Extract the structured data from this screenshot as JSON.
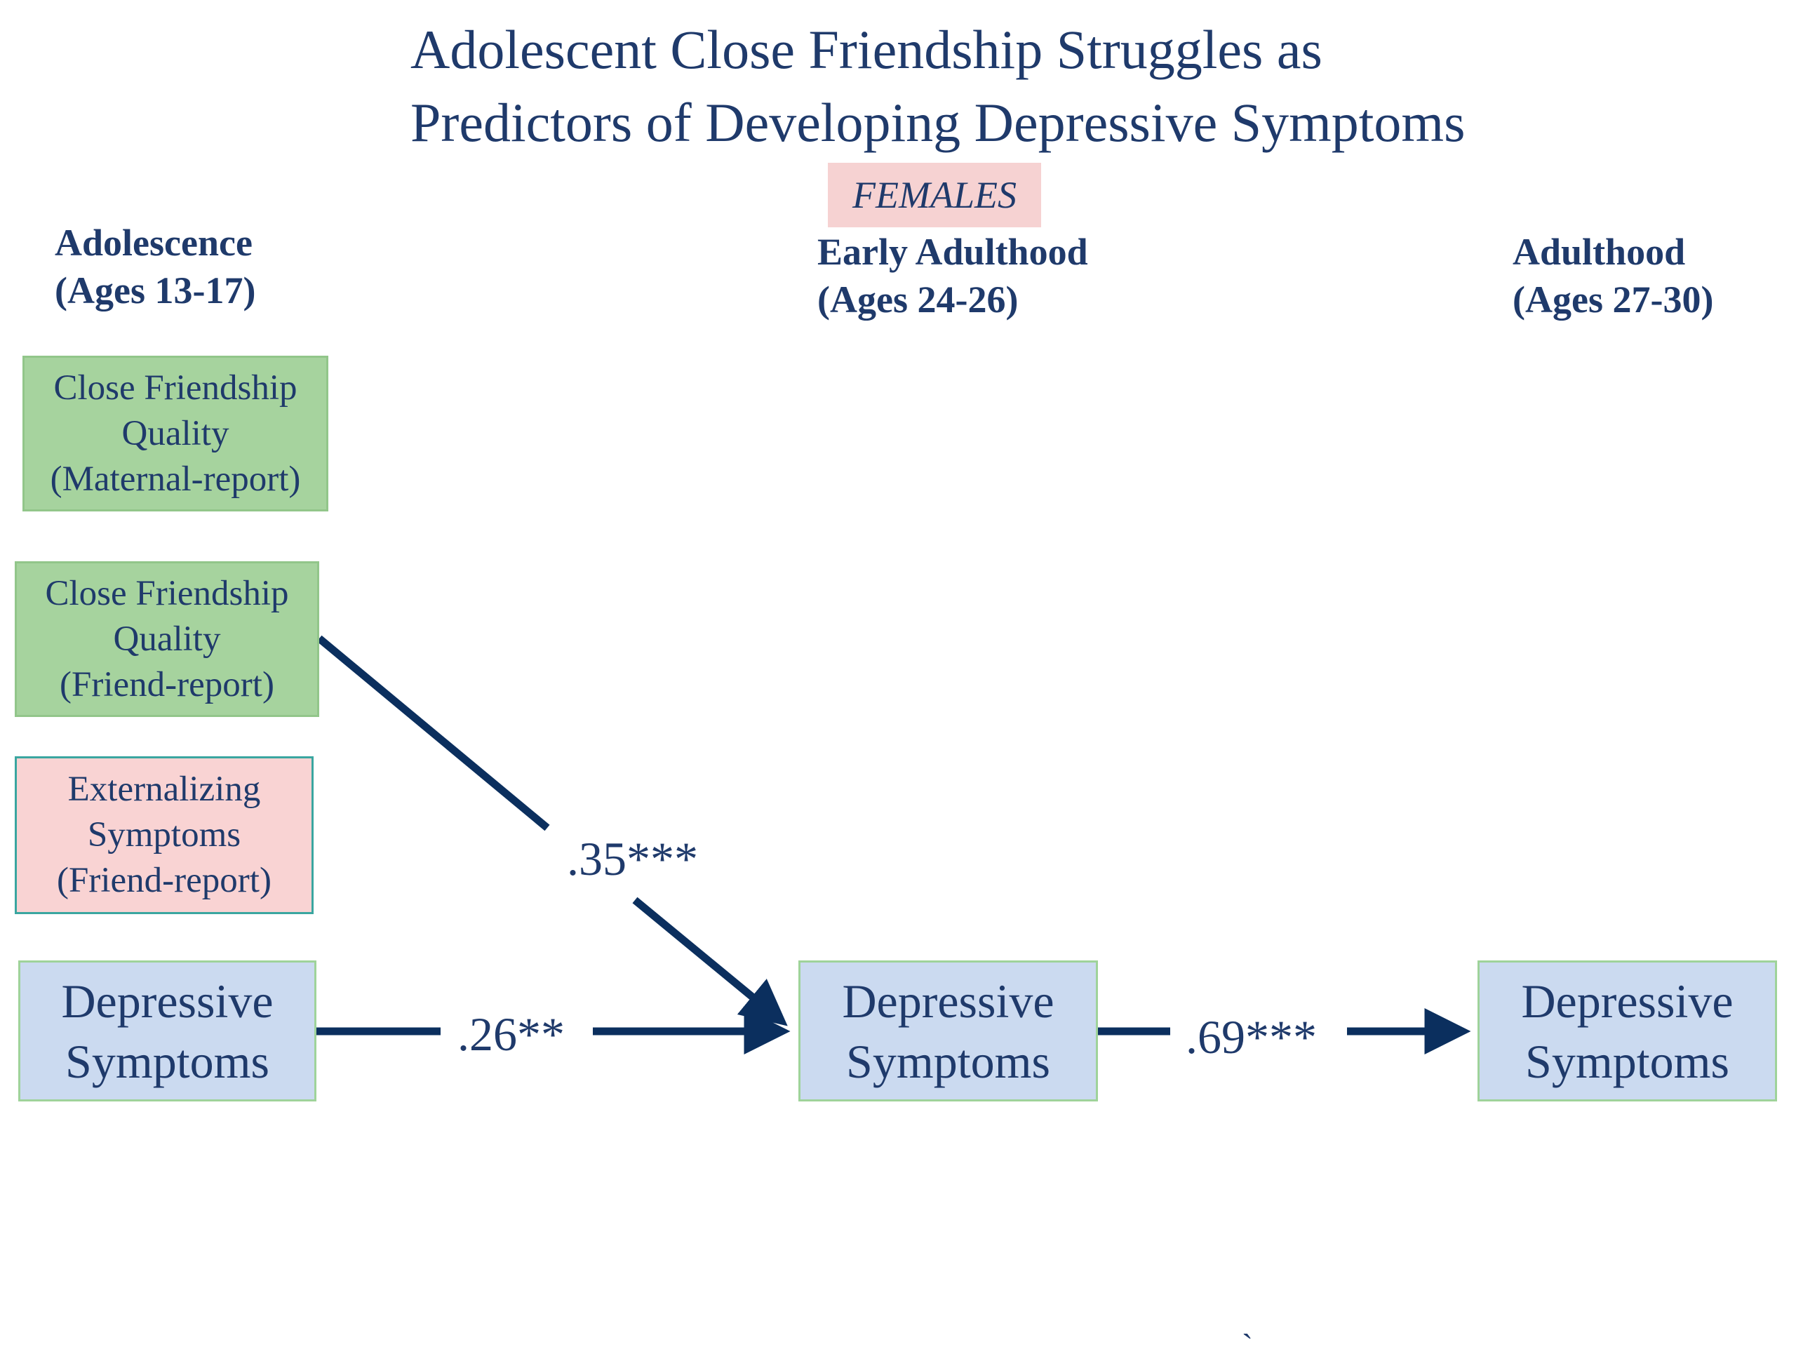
{
  "title": {
    "line1": "Adolescent Close Friendship Struggles as",
    "line2": "Predictors of Developing Depressive Symptoms"
  },
  "group_label": "FEMALES",
  "stages": {
    "adolescence": {
      "name": "Adolescence",
      "ages": "(Ages 13-17)"
    },
    "early_adulthood": {
      "name": "Early Adulthood",
      "ages": "(Ages 24-26)"
    },
    "adulthood": {
      "name": "Adulthood",
      "ages": "(Ages  27-30)"
    }
  },
  "nodes": {
    "cfq_maternal": {
      "lines": [
        "Close Friendship",
        "Quality",
        "(Maternal-report)"
      ]
    },
    "cfq_friend": {
      "lines": [
        "Close Friendship",
        "Quality",
        "(Friend-report)"
      ]
    },
    "externalizing": {
      "lines": [
        "Externalizing",
        "Symptoms",
        "(Friend-report)"
      ]
    },
    "dep_adolescence": {
      "lines": [
        "Depressive",
        "Symptoms"
      ]
    },
    "dep_early": {
      "lines": [
        "Depressive",
        "Symptoms"
      ]
    },
    "dep_adult": {
      "lines": [
        "Depressive",
        "Symptoms"
      ]
    }
  },
  "paths": [
    {
      "from": "cfq_friend",
      "to": "dep_early",
      "coefficient": ".35***"
    },
    {
      "from": "dep_adolescence",
      "to": "dep_early",
      "coefficient": ".26**"
    },
    {
      "from": "dep_early",
      "to": "dep_adult",
      "coefficient": ".69***"
    }
  ],
  "stray_mark": "`",
  "colors": {
    "text": "#1f3a6b",
    "arrow": "#0b2f5e",
    "green_box": "#a6d39e",
    "pink_box": "#f9d3d3",
    "blue_box": "#cbdaf0"
  }
}
